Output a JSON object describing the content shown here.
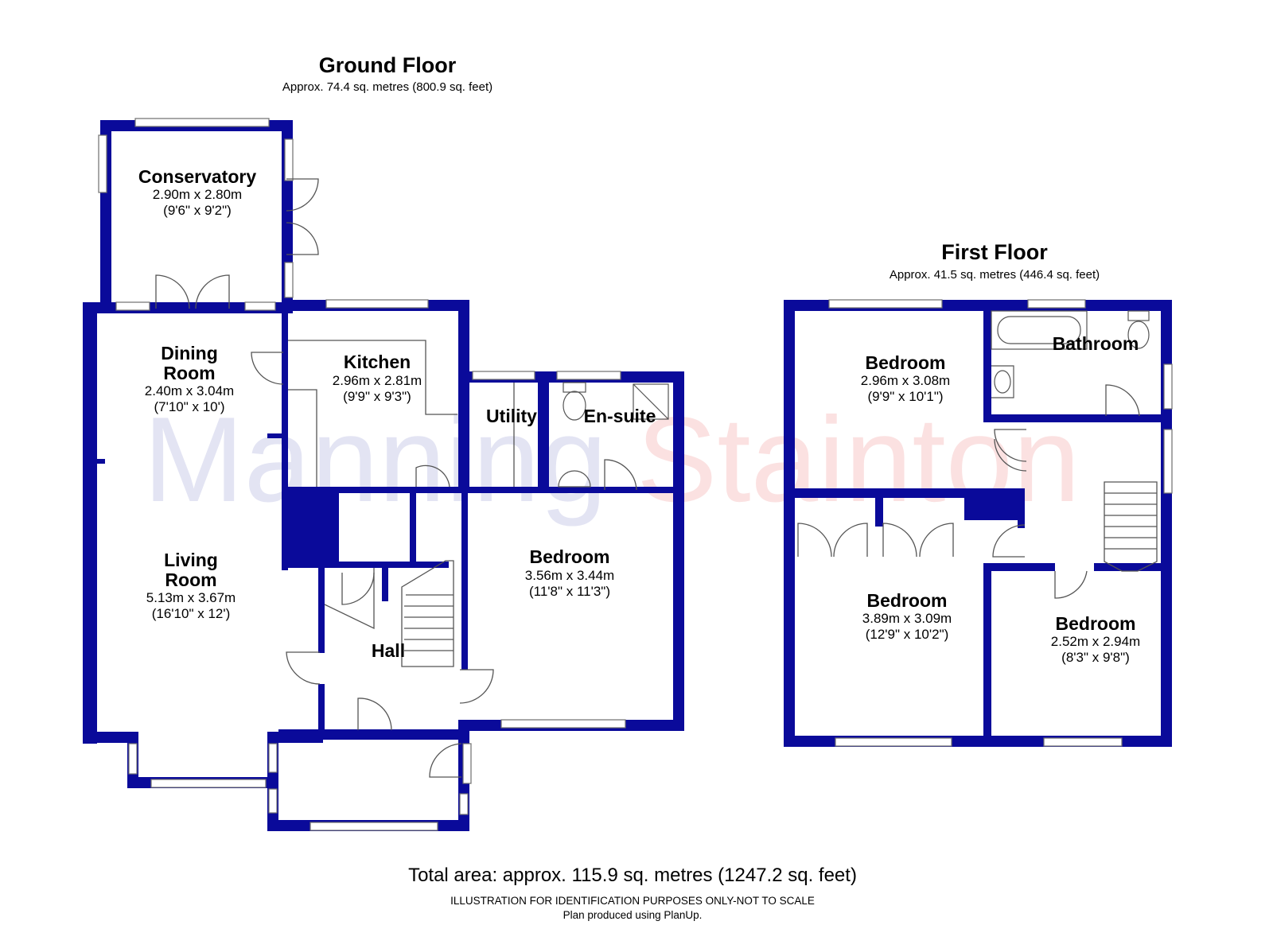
{
  "watermark": {
    "part1": "Manning",
    "part2": "Stainton",
    "color1": "#e3e4f3",
    "color2": "#fbe1e1"
  },
  "colors": {
    "wall": "#0a0a9a",
    "window": "#6f6f6f",
    "fixture": "#555555"
  },
  "ground_floor": {
    "title": "Ground Floor",
    "area": "Approx. 74.4 sq. metres (800.9 sq. feet)",
    "rooms": {
      "conservatory": {
        "name": "Conservatory",
        "metric": "2.90m x 2.80m",
        "imperial": "(9'6\" x 9'2\")"
      },
      "dining": {
        "name_line1": "Dining",
        "name_line2": "Room",
        "metric": "2.40m x 3.04m",
        "imperial": "(7'10\" x 10')"
      },
      "kitchen": {
        "name": "Kitchen",
        "metric": "2.96m x 2.81m",
        "imperial": "(9'9\" x 9'3\")"
      },
      "utility": {
        "name": "Utility"
      },
      "ensuite": {
        "name": "En-suite"
      },
      "living": {
        "name_line1": "Living",
        "name_line2": "Room",
        "metric": "5.13m x 3.67m",
        "imperial": "(16'10\" x 12')"
      },
      "bedroom": {
        "name": "Bedroom",
        "metric": "3.56m x 3.44m",
        "imperial": "(11'8\" x 11'3\")"
      },
      "hall": {
        "name": "Hall"
      }
    }
  },
  "first_floor": {
    "title": "First Floor",
    "area": "Approx. 41.5 sq. metres (446.4 sq. feet)",
    "rooms": {
      "bedroom_1": {
        "name": "Bedroom",
        "metric": "2.96m x 3.08m",
        "imperial": "(9'9\" x 10'1\")"
      },
      "bathroom": {
        "name": "Bathroom"
      },
      "bedroom_2": {
        "name": "Bedroom",
        "metric": "3.89m x 3.09m",
        "imperial": "(12'9\" x 10'2\")"
      },
      "bedroom_3": {
        "name": "Bedroom",
        "metric": "2.52m x 2.94m",
        "imperial": "(8'3\" x 9'8\")"
      }
    }
  },
  "footer": {
    "total_area": "Total area: approx. 115.9 sq. metres (1247.2 sq. feet)",
    "disclaimer": "ILLUSTRATION FOR IDENTIFICATION PURPOSES ONLY-NOT TO SCALE",
    "credit": "Plan produced using PlanUp."
  }
}
